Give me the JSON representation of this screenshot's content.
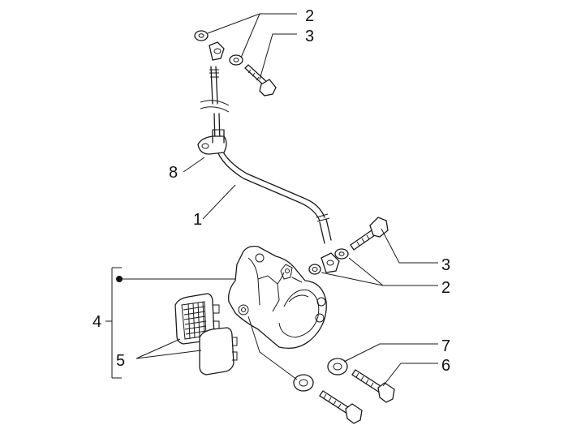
{
  "diagram": {
    "callouts": {
      "c1": "1",
      "c2_top": "2",
      "c3_top": "3",
      "c8": "8",
      "c3_mid": "3",
      "c2_mid": "2",
      "c4": "4",
      "c5": "5",
      "c7": "7",
      "c6": "6"
    }
  }
}
